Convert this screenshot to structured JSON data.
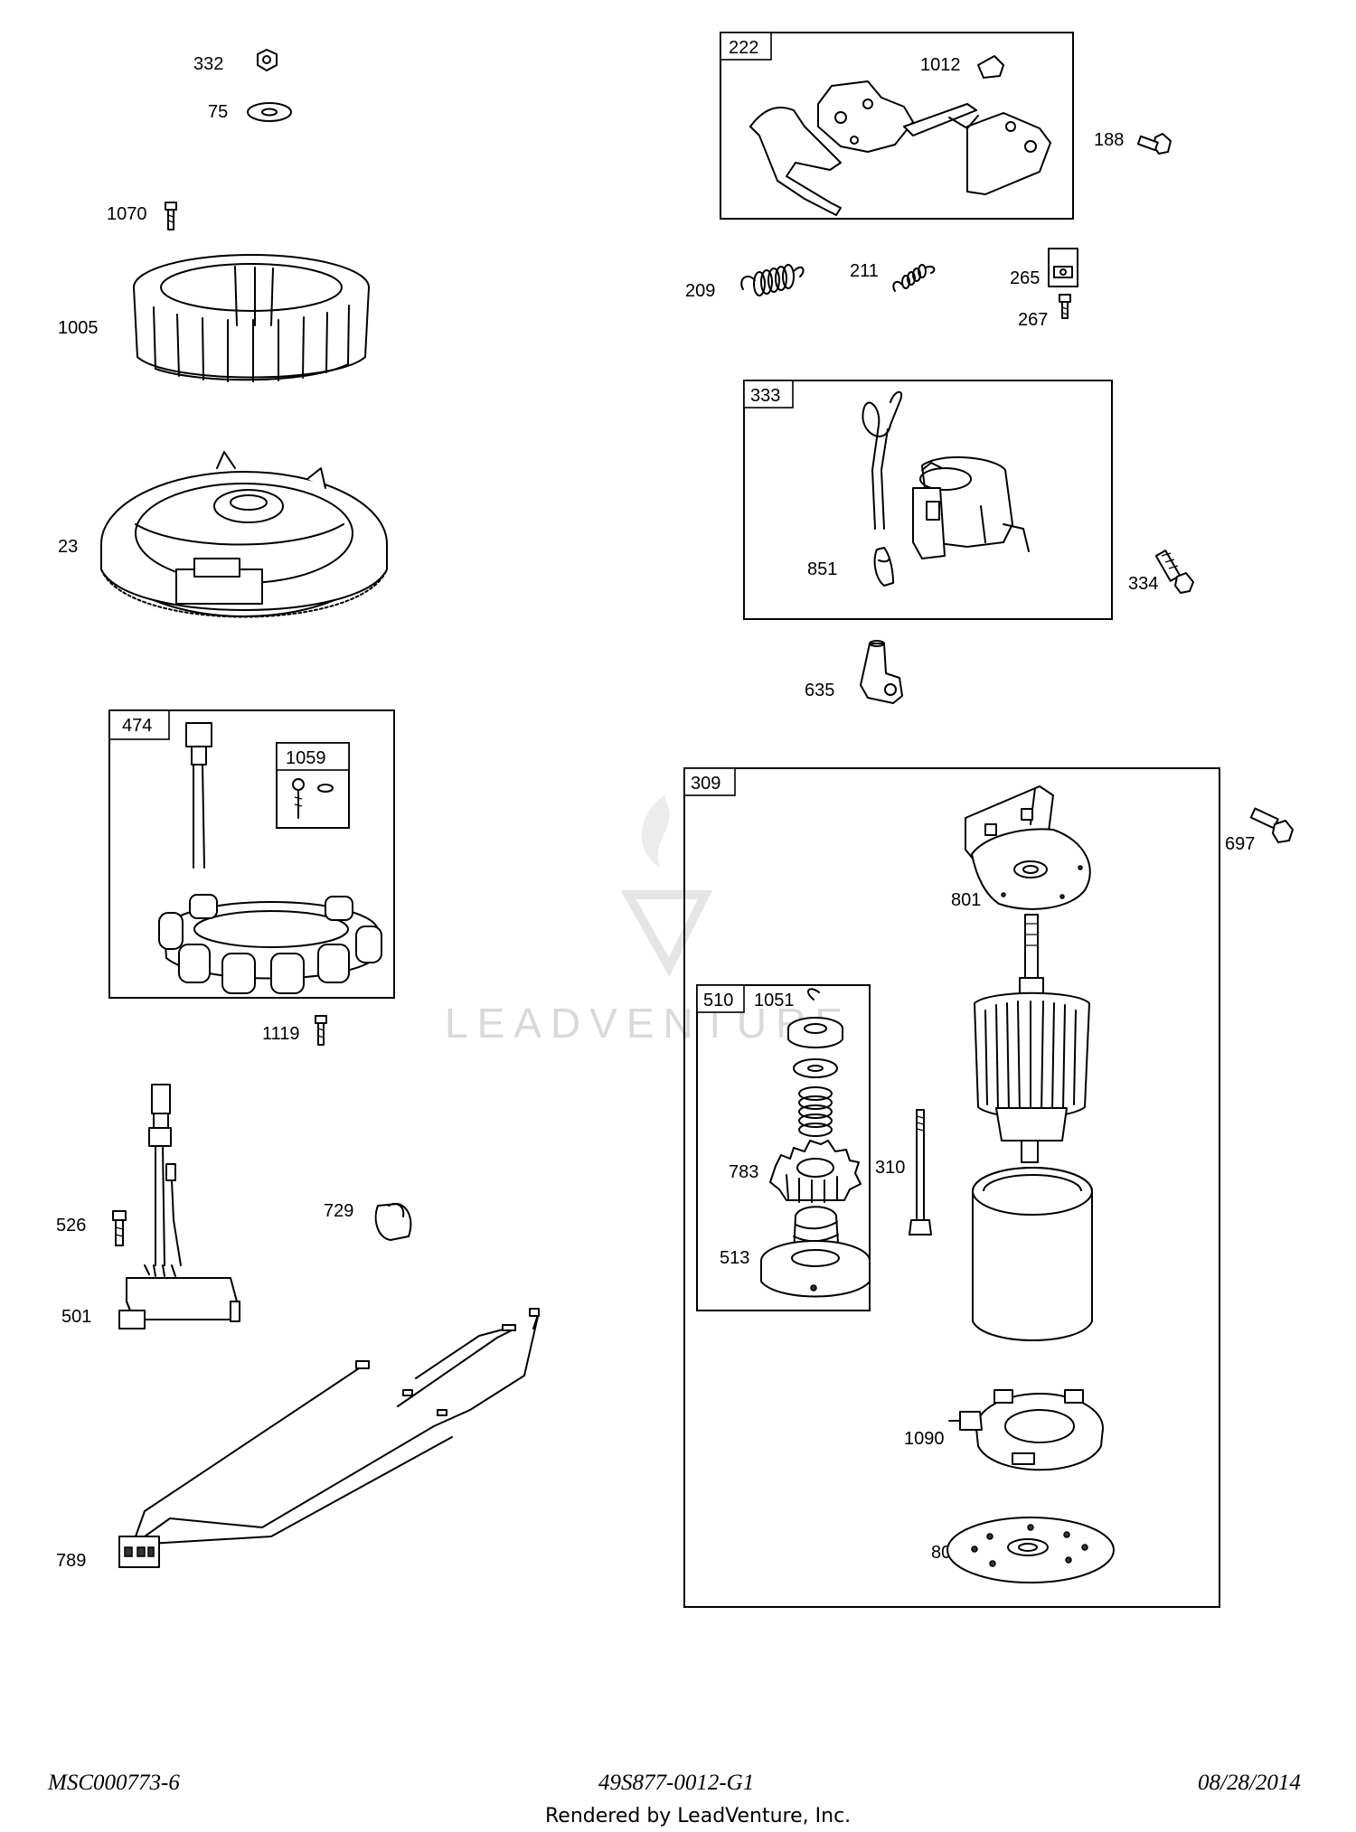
{
  "callouts": {
    "c332": "332",
    "c75": "75",
    "c1070": "1070",
    "c1005": "1005",
    "c23": "23",
    "c474": "474",
    "c1059": "1059",
    "c1119": "1119",
    "c526": "526",
    "c729": "729",
    "c501": "501",
    "c789": "789",
    "c222": "222",
    "c1012": "1012",
    "c188": "188",
    "c209": "209",
    "c211": "211",
    "c265": "265",
    "c267": "267",
    "c333": "333",
    "c851": "851",
    "c334": "334",
    "c635": "635",
    "c309": "309",
    "c697": "697",
    "c801": "801",
    "c510": "510",
    "c1051": "1051",
    "c783": "783",
    "c310": "310",
    "c513": "513",
    "c1090": "1090",
    "c802": "802"
  },
  "footer": {
    "left": "MSC000773-6",
    "center": "49S877-0012-G1",
    "right": "08/28/2014",
    "rendered_by": "Rendered by LeadVenture, Inc."
  },
  "watermark": {
    "text": "LEADVENTURE"
  }
}
